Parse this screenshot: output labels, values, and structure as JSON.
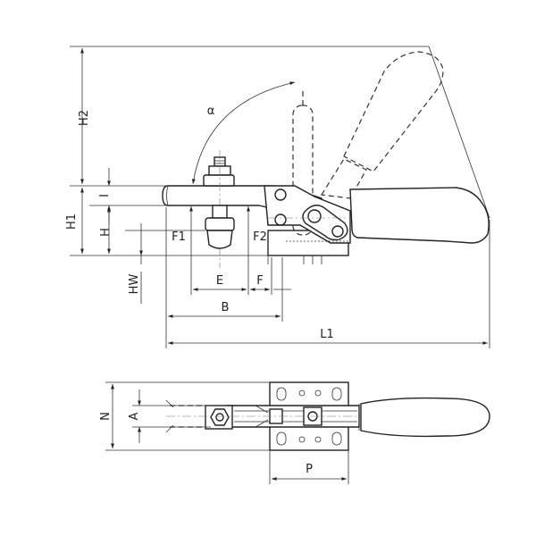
{
  "labels": {
    "h2": "H2",
    "alpha": "α",
    "i": "I",
    "h1": "H1",
    "h": "H",
    "f1": "F1",
    "f2": "F2",
    "hw": "HW",
    "e": "E",
    "f": "F",
    "b": "B",
    "l1": "L1",
    "n": "N",
    "a": "A",
    "p": "P"
  },
  "colors": {
    "line": "#222222",
    "background": "#ffffff"
  }
}
